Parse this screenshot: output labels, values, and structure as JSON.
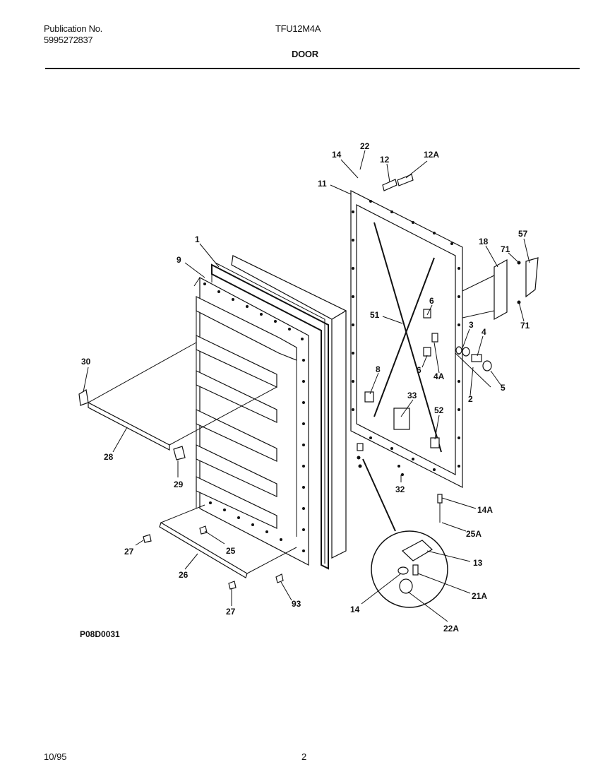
{
  "header": {
    "publication_label": "Publication No.",
    "publication_number": "5995272837",
    "model": "TFU12M4A",
    "section": "DOOR"
  },
  "drawing_code": "P08D0031",
  "footer": {
    "date": "10/95",
    "page": "2"
  },
  "callouts": {
    "c1": "1",
    "c9": "9",
    "c30": "30",
    "c28": "28",
    "c29": "29",
    "c27a": "27",
    "c27b": "27",
    "c25": "25",
    "c26": "26",
    "c93": "93",
    "c11": "11",
    "c14a": "14",
    "c22": "22",
    "c12": "12",
    "c12A": "12A",
    "c18": "18",
    "c71a": "71",
    "c57": "57",
    "c71b": "71",
    "c51": "51",
    "c6a": "6",
    "c3": "3",
    "c4": "4",
    "c8": "8",
    "c6b": "6",
    "c4A": "4A",
    "c5": "5",
    "c2": "2",
    "c33": "33",
    "c52": "52",
    "c32": "32",
    "c14A": "14A",
    "c25A": "25A",
    "c13": "13",
    "c21A": "21A",
    "c14b": "14",
    "c22A": "22A"
  }
}
